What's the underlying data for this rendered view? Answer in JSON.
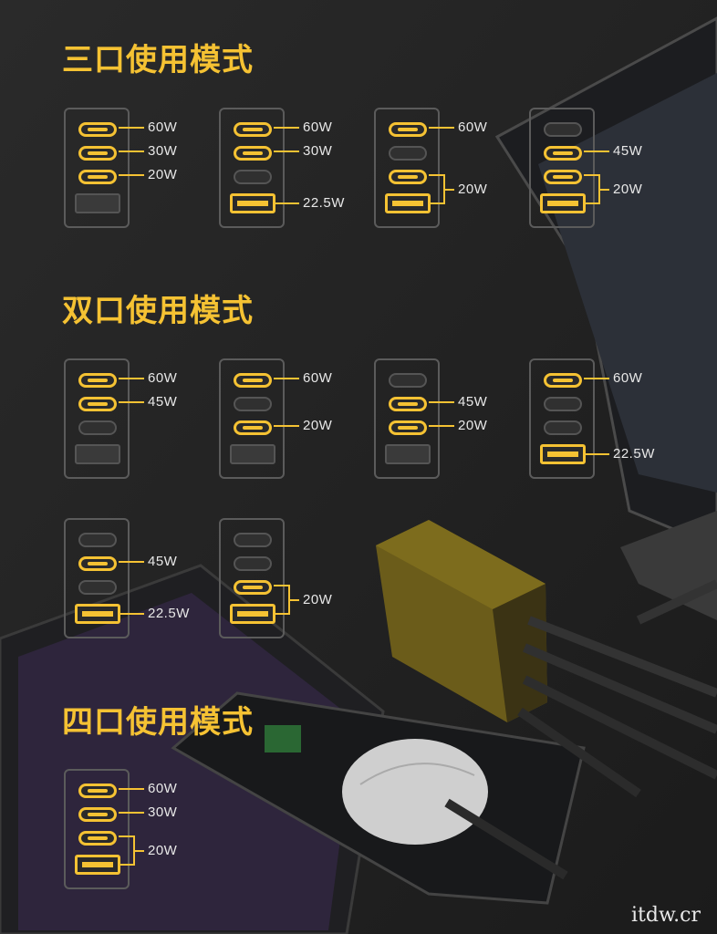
{
  "sections": [
    {
      "title": "三口使用模式"
    },
    {
      "title": "双口使用模式"
    },
    {
      "title": "四口使用模式"
    }
  ],
  "diagrams": [
    {
      "ports": [
        "on",
        "on",
        "on",
        "off"
      ],
      "labels": [
        "60W",
        "30W",
        "20W"
      ]
    },
    {
      "ports": [
        "on",
        "on",
        "off",
        "on"
      ],
      "labels": [
        "60W",
        "30W",
        "22.5W"
      ]
    },
    {
      "ports": [
        "on",
        "off",
        "on",
        "on"
      ],
      "labels": [
        "60W",
        "20W"
      ]
    },
    {
      "ports": [
        "off",
        "on",
        "on",
        "on"
      ],
      "labels": [
        "45W",
        "20W"
      ]
    },
    {
      "ports": [
        "on",
        "on",
        "off",
        "off"
      ],
      "labels": [
        "60W",
        "45W"
      ]
    },
    {
      "ports": [
        "on",
        "off",
        "on",
        "off"
      ],
      "labels": [
        "60W",
        "20W"
      ]
    },
    {
      "ports": [
        "off",
        "on",
        "on",
        "off"
      ],
      "labels": [
        "45W",
        "20W"
      ]
    },
    {
      "ports": [
        "on",
        "off",
        "off",
        "on"
      ],
      "labels": [
        "60W",
        "22.5W"
      ]
    },
    {
      "ports": [
        "off",
        "on",
        "off",
        "on"
      ],
      "labels": [
        "45W",
        "22.5W"
      ]
    },
    {
      "ports": [
        "off",
        "off",
        "on",
        "on"
      ],
      "labels": [
        "20W"
      ]
    },
    {
      "ports": [
        "on",
        "on",
        "on",
        "on"
      ],
      "labels": [
        "60W",
        "30W",
        "20W"
      ]
    }
  ],
  "watermark": "itdw.cr",
  "colors": {
    "accent": "#f5c233",
    "background": "#242424",
    "inactive": "#555555"
  }
}
